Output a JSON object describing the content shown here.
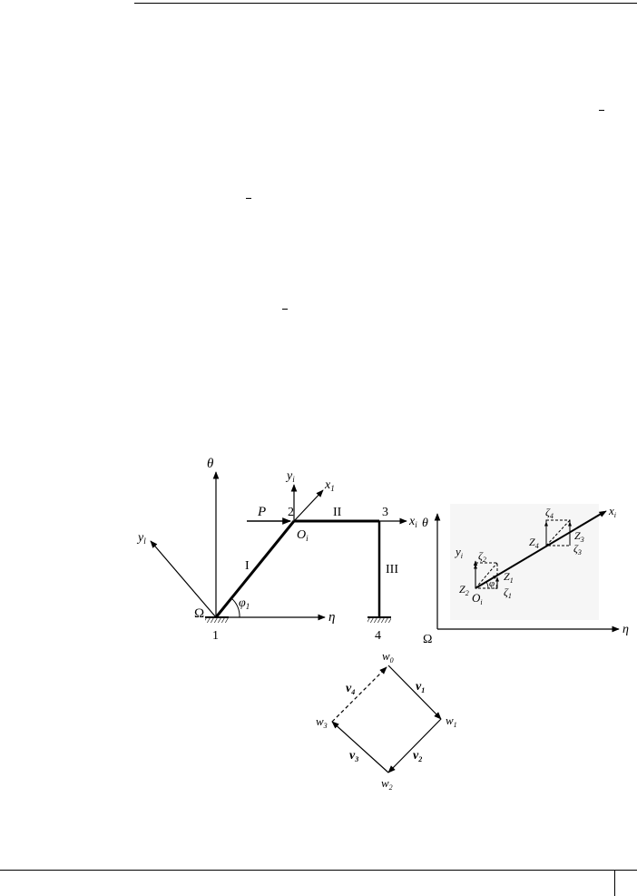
{
  "fig_left": {
    "axis_theta": "θ",
    "axis_eta": "η",
    "axis_yl": "y",
    "axis_yl_sub": "l",
    "axis_yi": "y",
    "axis_yi_sub": "i",
    "axis_x1": "x",
    "axis_x1_sub": "1",
    "axis_xi": "x",
    "axis_xi_sub": "i",
    "load": "P",
    "node1": "1",
    "node2": "2",
    "node3": "3",
    "node4": "4",
    "member_I": "I",
    "member_II": "II",
    "member_III": "III",
    "origin": "Ω",
    "Oi": "O",
    "Oi_sub": "i",
    "phi": "φ",
    "phi_sub": "1"
  },
  "fig_right": {
    "axis_theta": "θ",
    "axis_eta": "η",
    "origin": "Ω",
    "axis_yi": "y",
    "axis_yi_sub": "i",
    "axis_xi": "x",
    "axis_xi_sub": "i",
    "Oi": "O",
    "Oi_sub": "i",
    "zeta1": "ζ",
    "zeta1_sub": "1",
    "zeta2": "ζ",
    "zeta2_sub": "2",
    "zeta3": "ζ",
    "zeta3_sub": "3",
    "zeta4": "ζ",
    "zeta4_sub": "4",
    "Z1": "Z",
    "Z1_sub": "1",
    "Z2": "Z",
    "Z2_sub": "2",
    "Z3": "Z",
    "Z3_sub": "3",
    "Z4": "Z",
    "Z4_sub": "4",
    "phi": "φ",
    "phi_sub": "1"
  },
  "fig_bottom": {
    "w0": "w",
    "w0_sub": "0",
    "w1": "w",
    "w1_sub": "1",
    "w2": "w",
    "w2_sub": "2",
    "w3": "w",
    "w3_sub": "3",
    "v1": "v",
    "v1_sub": "1",
    "v2": "v",
    "v2_sub": "2",
    "v3": "v",
    "v3_sub": "3",
    "v4": "v",
    "v4_sub": "4"
  }
}
